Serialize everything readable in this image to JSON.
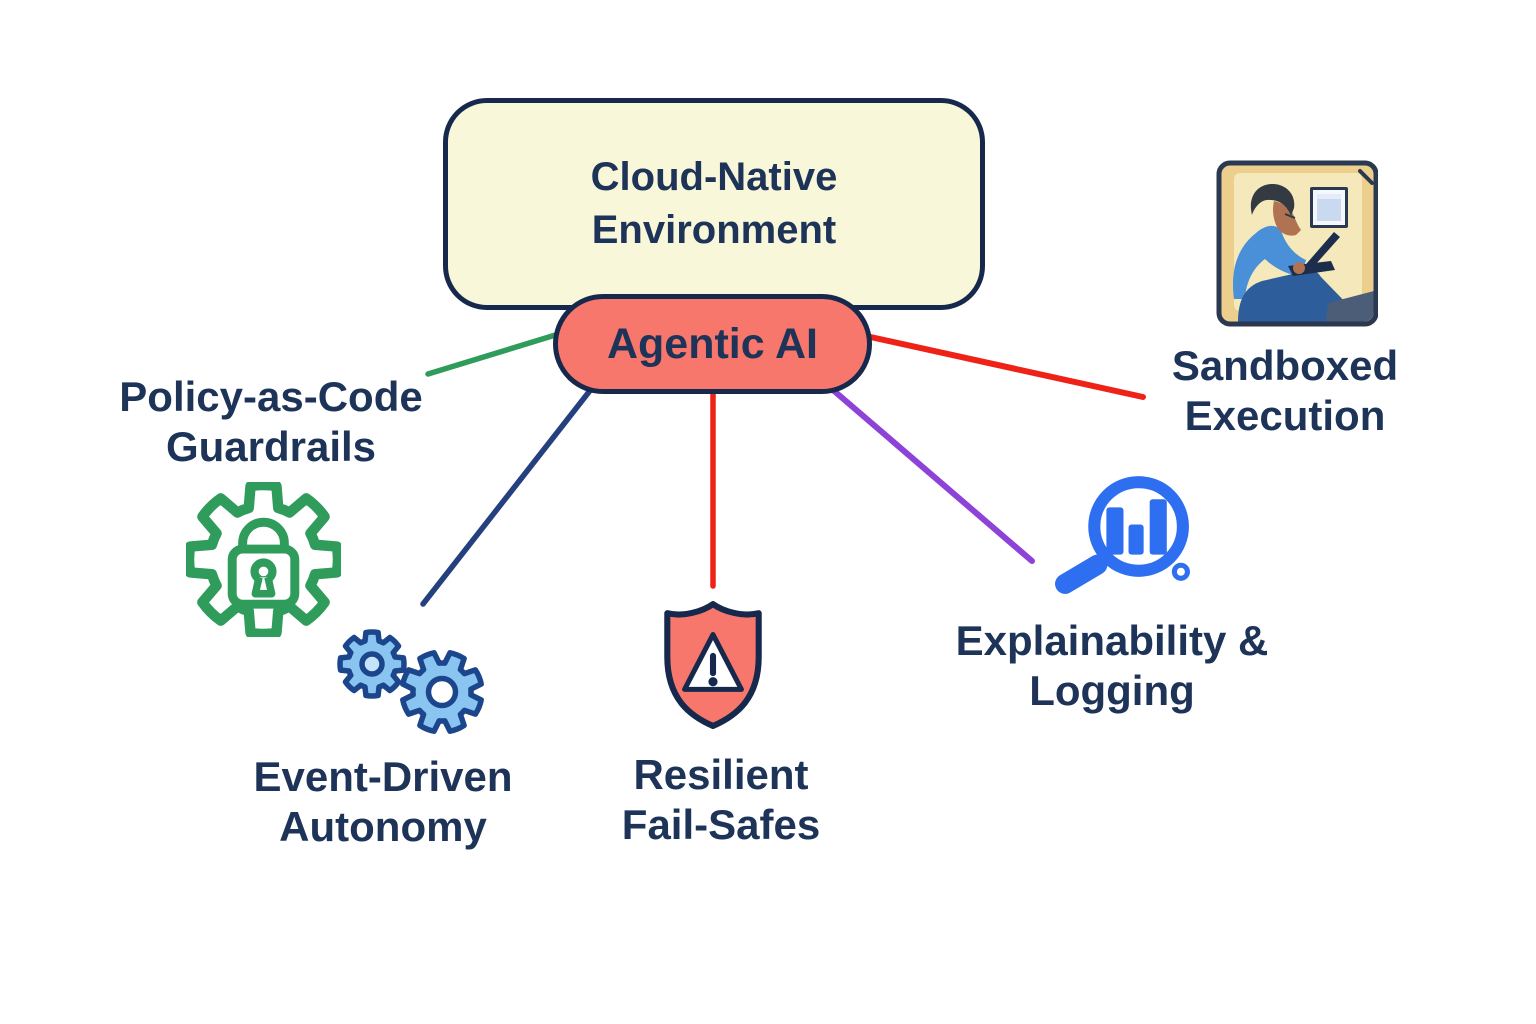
{
  "diagram": {
    "parent": {
      "label": "Cloud-Native\nEnvironment"
    },
    "center": {
      "label": "Agentic AI"
    },
    "branches": [
      {
        "id": "policy",
        "label": "Policy-as-Code\nGuardrails",
        "icon": "gear-lock-icon",
        "connector_color": "#2f9c5c"
      },
      {
        "id": "event",
        "label": "Event-Driven\nAutonomy",
        "icon": "gears-icon",
        "connector_color": "#24407e"
      },
      {
        "id": "resilient",
        "label": "Resilient\nFail-Safes",
        "icon": "shield-warning-icon",
        "connector_color": "#ee2217"
      },
      {
        "id": "explain",
        "label": "Explainability &\nLogging",
        "icon": "magnifier-chart-icon",
        "connector_color": "#8e43d8"
      },
      {
        "id": "sandbox",
        "label": "Sandboxed\nExecution",
        "icon": "person-laptop-illustration",
        "connector_color": "#ee2217"
      }
    ]
  },
  "colors": {
    "navy": "#1d3357",
    "border_navy": "#16294d",
    "cream": "#f9f7d9",
    "salmon": "#f8776d",
    "green": "#2f9c5c",
    "icon_blue": "#2e6ff2",
    "gear_fill": "#8ac5f2",
    "gear_hole": "#c5e3fa",
    "gear_stroke": "#1c468c",
    "tan": "#eccf8c",
    "wall": "#f5e8bb",
    "skin": "#b07251",
    "hair": "#333a42",
    "sweater": "#4a90d8",
    "pants": "#2e5d9b",
    "laptop": "#1c2e4c",
    "pane": "#c9daf0",
    "wedge": "#4c5d77",
    "window_frame": "#2a3850"
  }
}
